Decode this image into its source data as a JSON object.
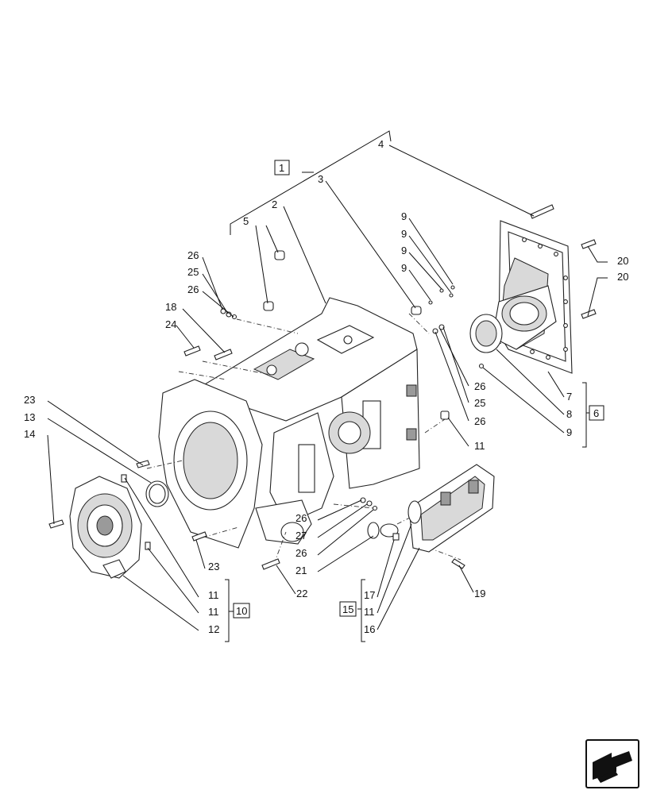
{
  "callouts": {
    "c1": "1",
    "c2": "2",
    "c3": "3",
    "c4": "4",
    "c5": "5",
    "c6": "6",
    "c7": "7",
    "c8": "8",
    "c9a": "9",
    "c9b": "9",
    "c9c": "9",
    "c9d": "9",
    "c9e": "9",
    "c10": "10",
    "c11a": "11",
    "c11b": "11",
    "c11c": "11",
    "c11d": "11",
    "c12": "12",
    "c13": "13",
    "c14": "14",
    "c15": "15",
    "c16": "16",
    "c17": "17",
    "c18": "18",
    "c19": "19",
    "c20a": "20",
    "c20b": "20",
    "c21": "21",
    "c22": "22",
    "c23a": "23",
    "c23b": "23",
    "c24": "24",
    "c25a": "25",
    "c25b": "25",
    "c26a": "26",
    "c26b": "26",
    "c26c": "26",
    "c26d": "26",
    "c26e": "26",
    "c26f": "26",
    "c27": "27"
  },
  "icons": {
    "navigation": "next-page-arrow-icon"
  }
}
